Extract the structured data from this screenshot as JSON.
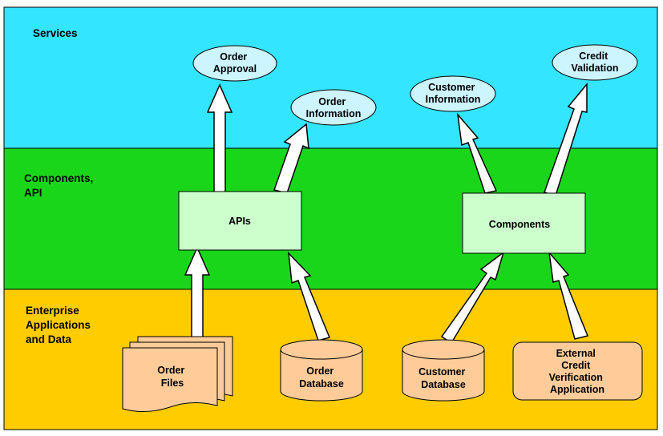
{
  "layers": {
    "services": {
      "label": [
        "Services"
      ],
      "color": "#33e5ff"
    },
    "components": {
      "label": [
        "Components,",
        "API"
      ],
      "color": "#1ad61a"
    },
    "enterprise": {
      "label": [
        "Enterprise",
        "Applications",
        "and Data"
      ],
      "color": "#ffcc00"
    }
  },
  "services": {
    "order_approval": [
      "Order",
      "Approval"
    ],
    "order_information": [
      "Order",
      "Information"
    ],
    "customer_information": [
      "Customer",
      "Information"
    ],
    "credit_validation": [
      "Credit",
      "Validation"
    ]
  },
  "boxes": {
    "apis": [
      "APIs"
    ],
    "components": [
      "Components"
    ]
  },
  "sources": {
    "order_files": [
      "Order",
      "Files"
    ],
    "order_database": [
      "Order",
      "Database"
    ],
    "customer_database": [
      "Customer",
      "Database"
    ],
    "external_app": [
      "External",
      "Credit",
      "Verification",
      "Application"
    ]
  },
  "colors": {
    "ellipse_fill": "#ccf5ff",
    "box_fill": "#ccffcc",
    "source_fill": "#ffcc99",
    "arrow_fill": "#ffffff",
    "outline": "#000000"
  }
}
